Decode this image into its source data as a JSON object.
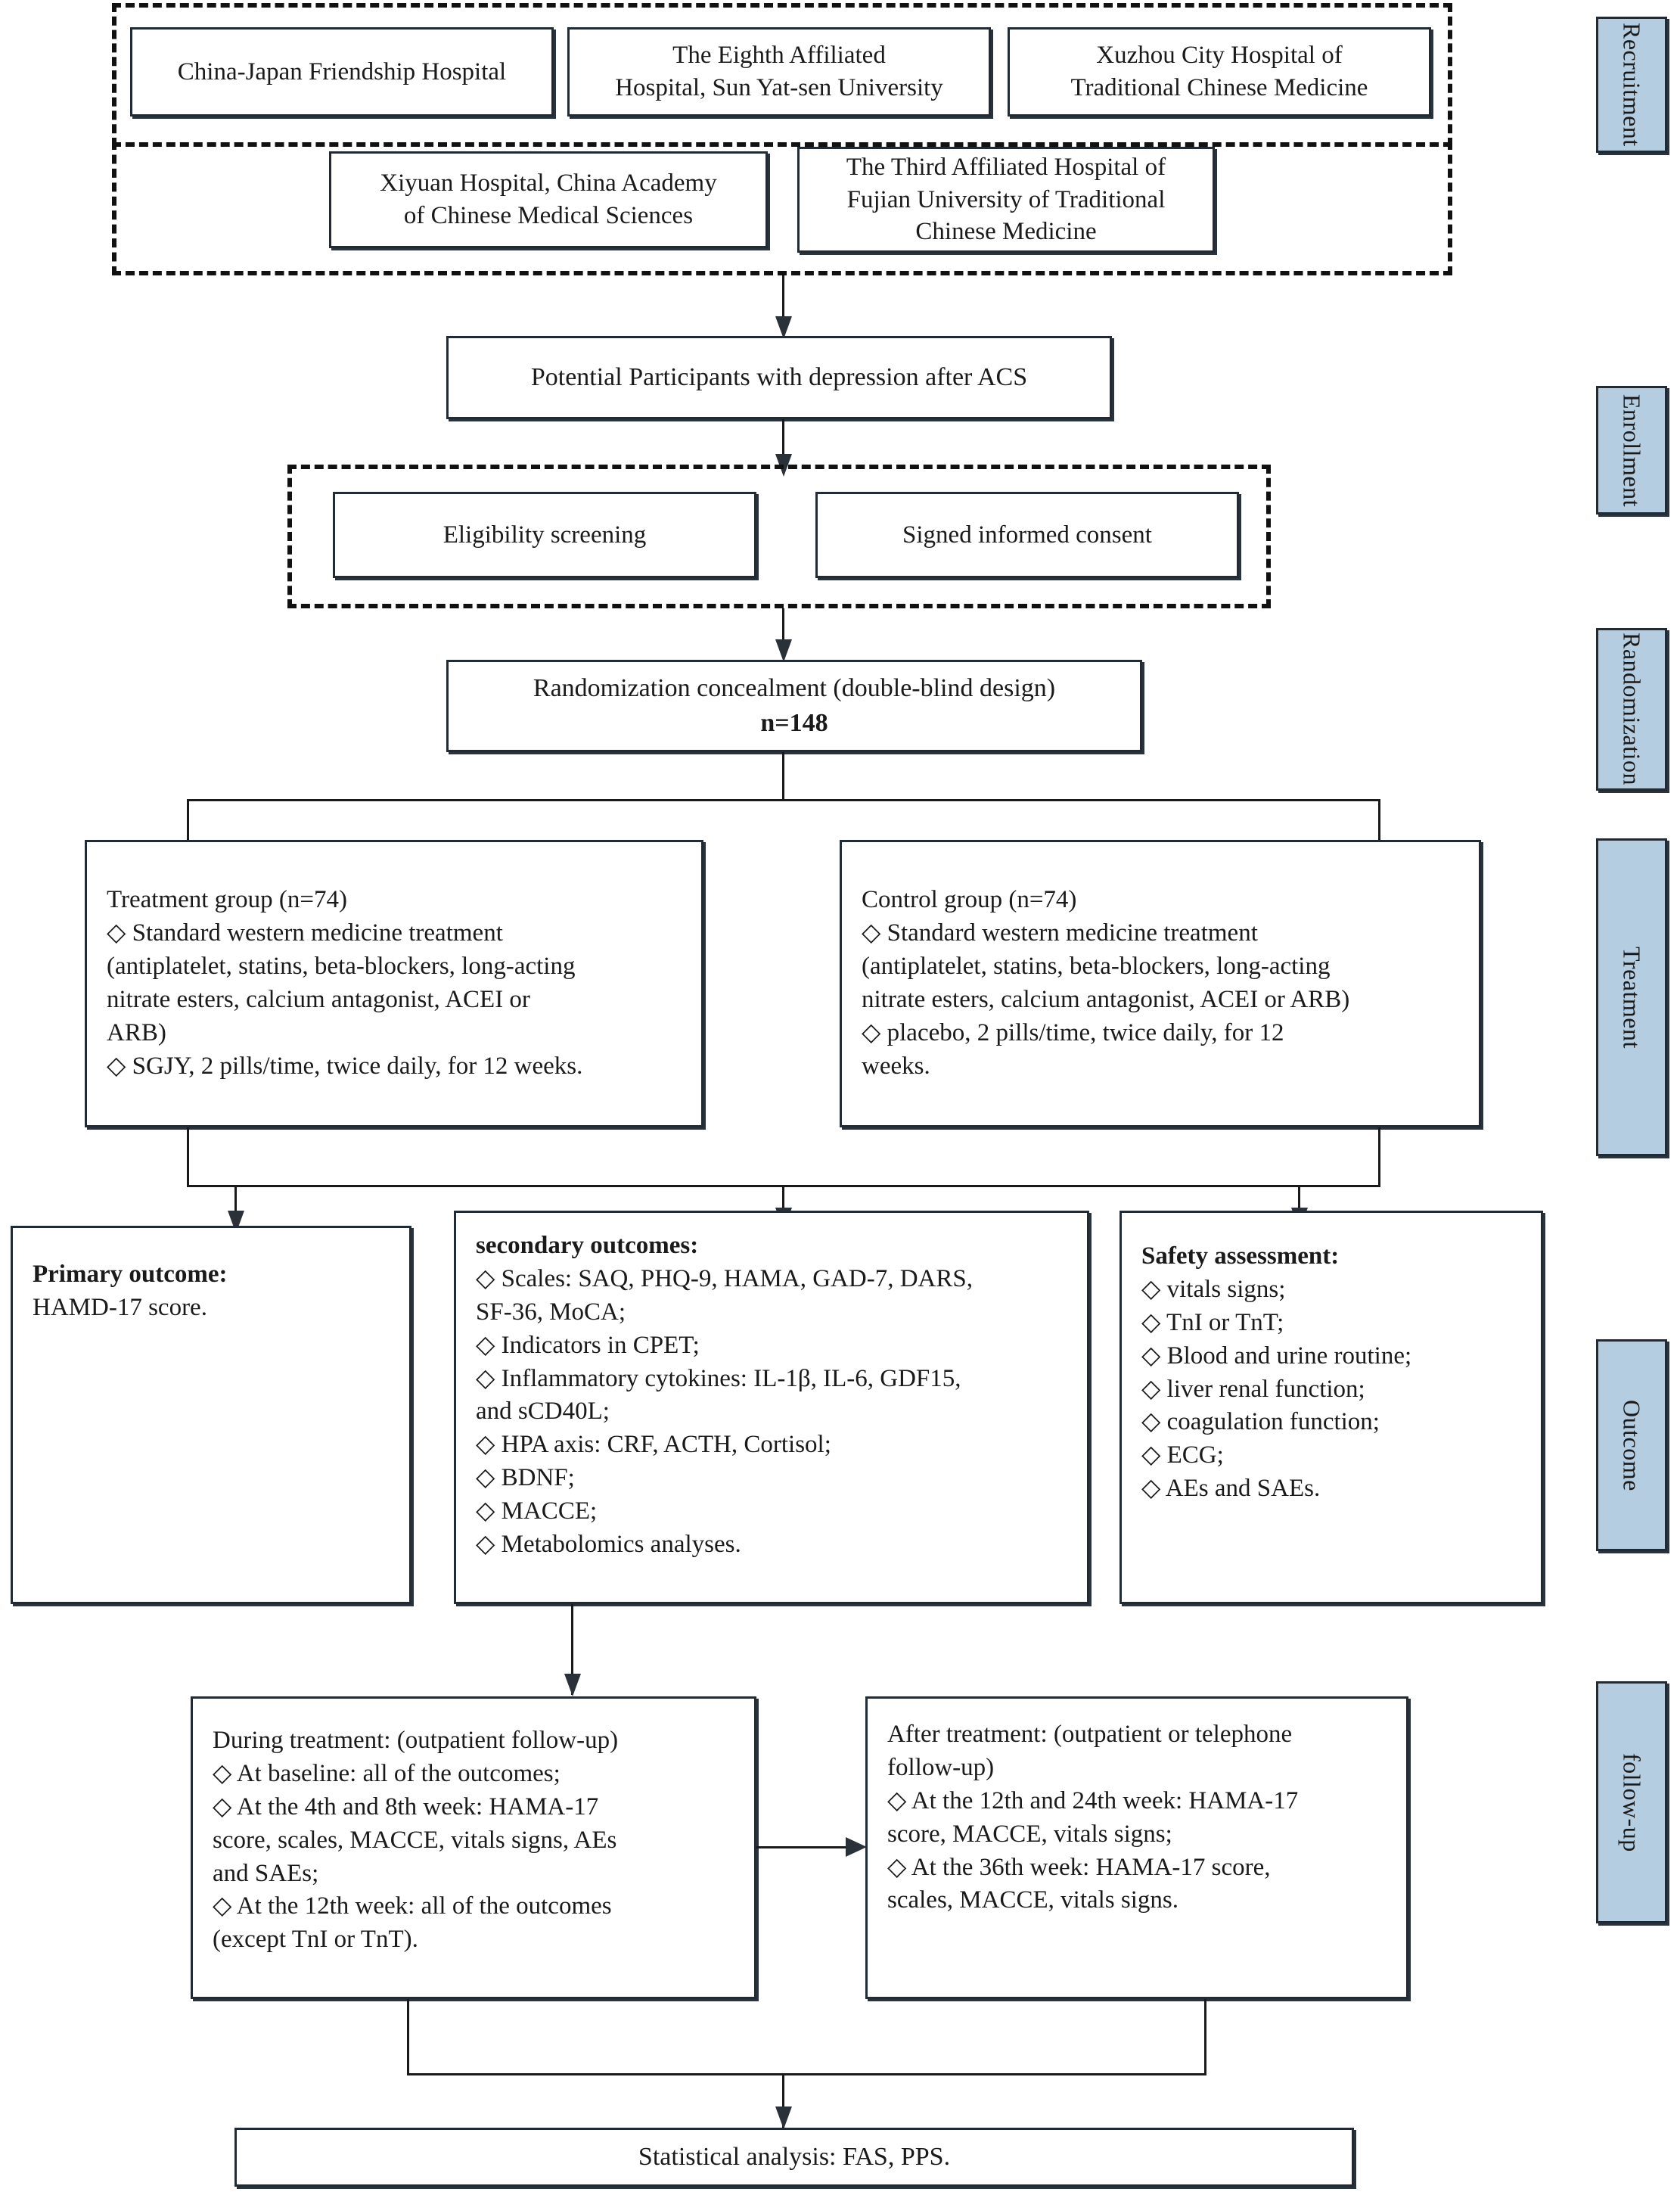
{
  "figure": {
    "type": "clinical-trial-flowchart",
    "title": "Study flow diagram"
  },
  "stages": [
    {
      "label": "Recruitment"
    },
    {
      "label": "Enrollment"
    },
    {
      "label": "Randomization"
    },
    {
      "label": "Treatment"
    },
    {
      "label": "Outcome"
    },
    {
      "label": "follow-up"
    }
  ],
  "recruitment": {
    "sites": [
      {
        "label": "China-Japan Friendship Hospital"
      },
      {
        "label": "The Eighth Affiliated\nHospital, Sun Yat-sen University"
      },
      {
        "label": "Xuzhou City Hospital of\nTraditional Chinese Medicine"
      },
      {
        "label": "Xiyuan Hospital, China Academy\nof Chinese Medical Sciences"
      },
      {
        "label": "The Third Affiliated Hospital of\nFujian University of Traditional\nChinese Medicine"
      }
    ]
  },
  "potential_participants": {
    "label": "Potential Participants with depression after ACS"
  },
  "enrollment": {
    "steps": [
      {
        "label": "Eligibility screening"
      },
      {
        "label": "Signed informed consent"
      }
    ]
  },
  "randomization": {
    "line1": "Randomization concealment (double-blind design)",
    "line2": "n=148"
  },
  "arms": {
    "treatment": {
      "heading": "Treatment group (n=74)",
      "items": [
        "◇ Standard western medicine treatment\n(antiplatelet, statins, beta-blockers, long-acting\nnitrate esters, calcium antagonist, ACEI or\nARB)",
        "◇ SGJY, 2 pills/time, twice daily, for 12 weeks."
      ]
    },
    "control": {
      "heading": "Control group (n=74)",
      "items": [
        "◇ Standard western medicine treatment\n(antiplatelet, statins, beta-blockers, long-acting\nnitrate esters, calcium antagonist, ACEI or ARB)",
        "◇ placebo, 2 pills/time, twice daily, for 12\nweeks."
      ]
    }
  },
  "outcomes": {
    "primary": {
      "heading": "Primary outcome:",
      "items": [
        "HAMD-17 score."
      ]
    },
    "secondary": {
      "heading": "secondary outcomes:",
      "items": [
        "◇ Scales: SAQ, PHQ-9, HAMA, GAD-7, DARS,\nSF-36, MoCA;",
        "◇ Indicators in CPET;",
        "◇ Inflammatory cytokines: IL-1β, IL-6, GDF15,\nand sCD40L;",
        "◇ HPA axis: CRF, ACTH, Cortisol;",
        "◇ BDNF;",
        "◇ MACCE;",
        "◇ Metabolomics analyses."
      ]
    },
    "safety": {
      "heading": "Safety assessment:",
      "items": [
        "◇ vitals signs;",
        "◇ TnI or TnT;",
        "◇ Blood and urine routine;",
        "◇ liver renal function;",
        "◇ coagulation function;",
        "◇ ECG;",
        "◇ AEs and SAEs."
      ]
    }
  },
  "followup": {
    "during": {
      "heading": "During treatment: (outpatient follow-up)",
      "items": [
        "◇ At baseline: all of the outcomes;",
        "◇ At the 4th and 8th week: HAMA-17\nscore, scales, MACCE, vitals signs, AEs\nand SAEs;",
        "◇ At the 12th week: all of the outcomes\n(except TnI or TnT)."
      ]
    },
    "after": {
      "heading": "After treatment: (outpatient or telephone\nfollow-up)",
      "items": [
        "◇ At the 12th and 24th week: HAMA-17\nscore, MACCE, vitals signs;",
        "◇ At the 36th week: HAMA-17 score,\nscales, MACCE, vitals signs."
      ]
    }
  },
  "analysis": {
    "label": "Statistical analysis: FAS, PPS."
  },
  "colors": {
    "stage_fill": "#b4cde1",
    "border": "#222a33",
    "text": "#1a1a1a"
  }
}
